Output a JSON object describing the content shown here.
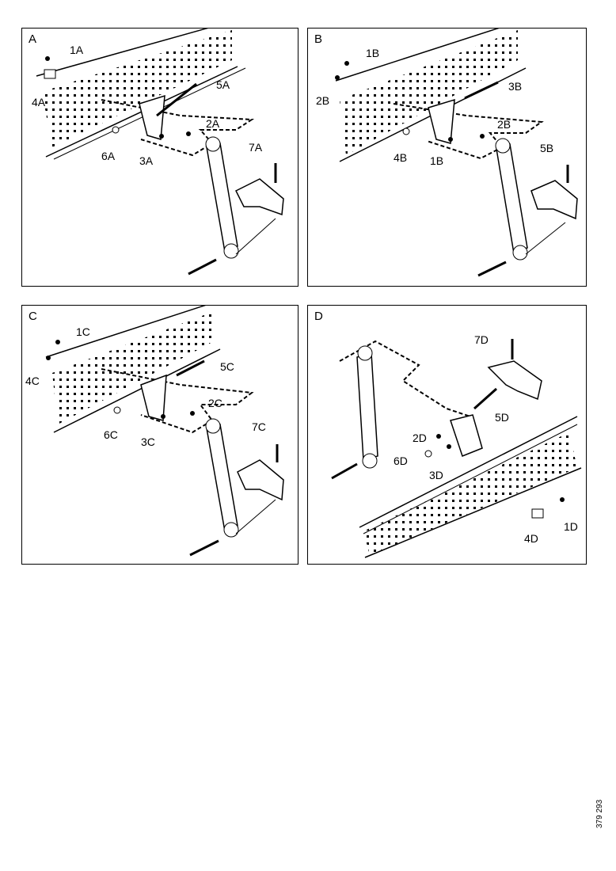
{
  "panels": {
    "A": {
      "label": "A",
      "callouts": [
        "1A",
        "4A",
        "5A",
        "2A",
        "6A",
        "3A",
        "7A"
      ]
    },
    "B": {
      "label": "B",
      "callouts": [
        "1B",
        "2B",
        "3B",
        "2B",
        "4B",
        "1B",
        "5B"
      ]
    },
    "C": {
      "label": "C",
      "callouts": [
        "1C",
        "4C",
        "5C",
        "2C",
        "6C",
        "3C",
        "7C"
      ]
    },
    "D": {
      "label": "D",
      "callouts": [
        "7D",
        "5D",
        "2D",
        "6D",
        "3D",
        "1D",
        "4D"
      ]
    }
  },
  "doc_id": "379 293"
}
